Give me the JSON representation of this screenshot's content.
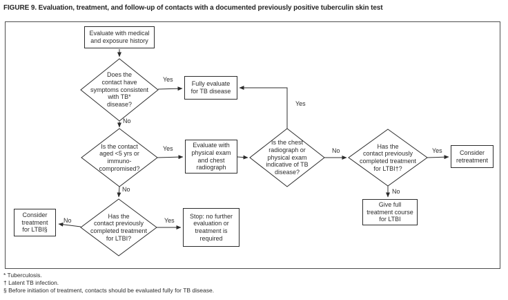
{
  "title": "FIGURE 9. Evaluation, treatment, and follow-up of contacts with a documented previously positive tuberculin skin test",
  "edge_labels": {
    "yes": "Yes",
    "no": "No"
  },
  "nodes": {
    "evaluate_history": "Evaluate with medical\nand exposure history",
    "symptoms_question": "Does the\ncontact have\nsymptoms consistent\nwith TB*\ndisease?",
    "fully_evaluate": "Fully evaluate\nfor TB disease",
    "age_immuno_question": "Is the contact\naged <5 yrs or\nimmuno-\ncompromised?",
    "physical_exam": "Evaluate with\nphysical exam\nand chest\nradiograph",
    "radiograph_question": "Is the chest\nradiograph or\nphysical exam\nindicative of TB\ndisease?",
    "completed_treatment_question": "Has the\ncontact previously\ncompleted treatment\nfor LTBI†?",
    "consider_retreatment": "Consider\nretreatment",
    "give_full_treatment": "Give full\ntreatment course\nfor LTBI",
    "completed_treatment_question_2": "Has the\ncontact previously\ncompleted treatment\nfor LTBI?",
    "consider_treatment": "Consider\ntreatment\nfor LTBI§",
    "stop_no_further": "Stop: no further\nevaluation or\ntreatment is\nrequired"
  },
  "footnotes": [
    "* Tuberculosis.",
    "† Latent TB infection.",
    "§ Before initiation of treatment, contacts should be evaluated fully for TB disease."
  ],
  "colors": {
    "ink": "#2b2b2b",
    "frame_border": "#4d4d4d",
    "background": "#ffffff"
  }
}
